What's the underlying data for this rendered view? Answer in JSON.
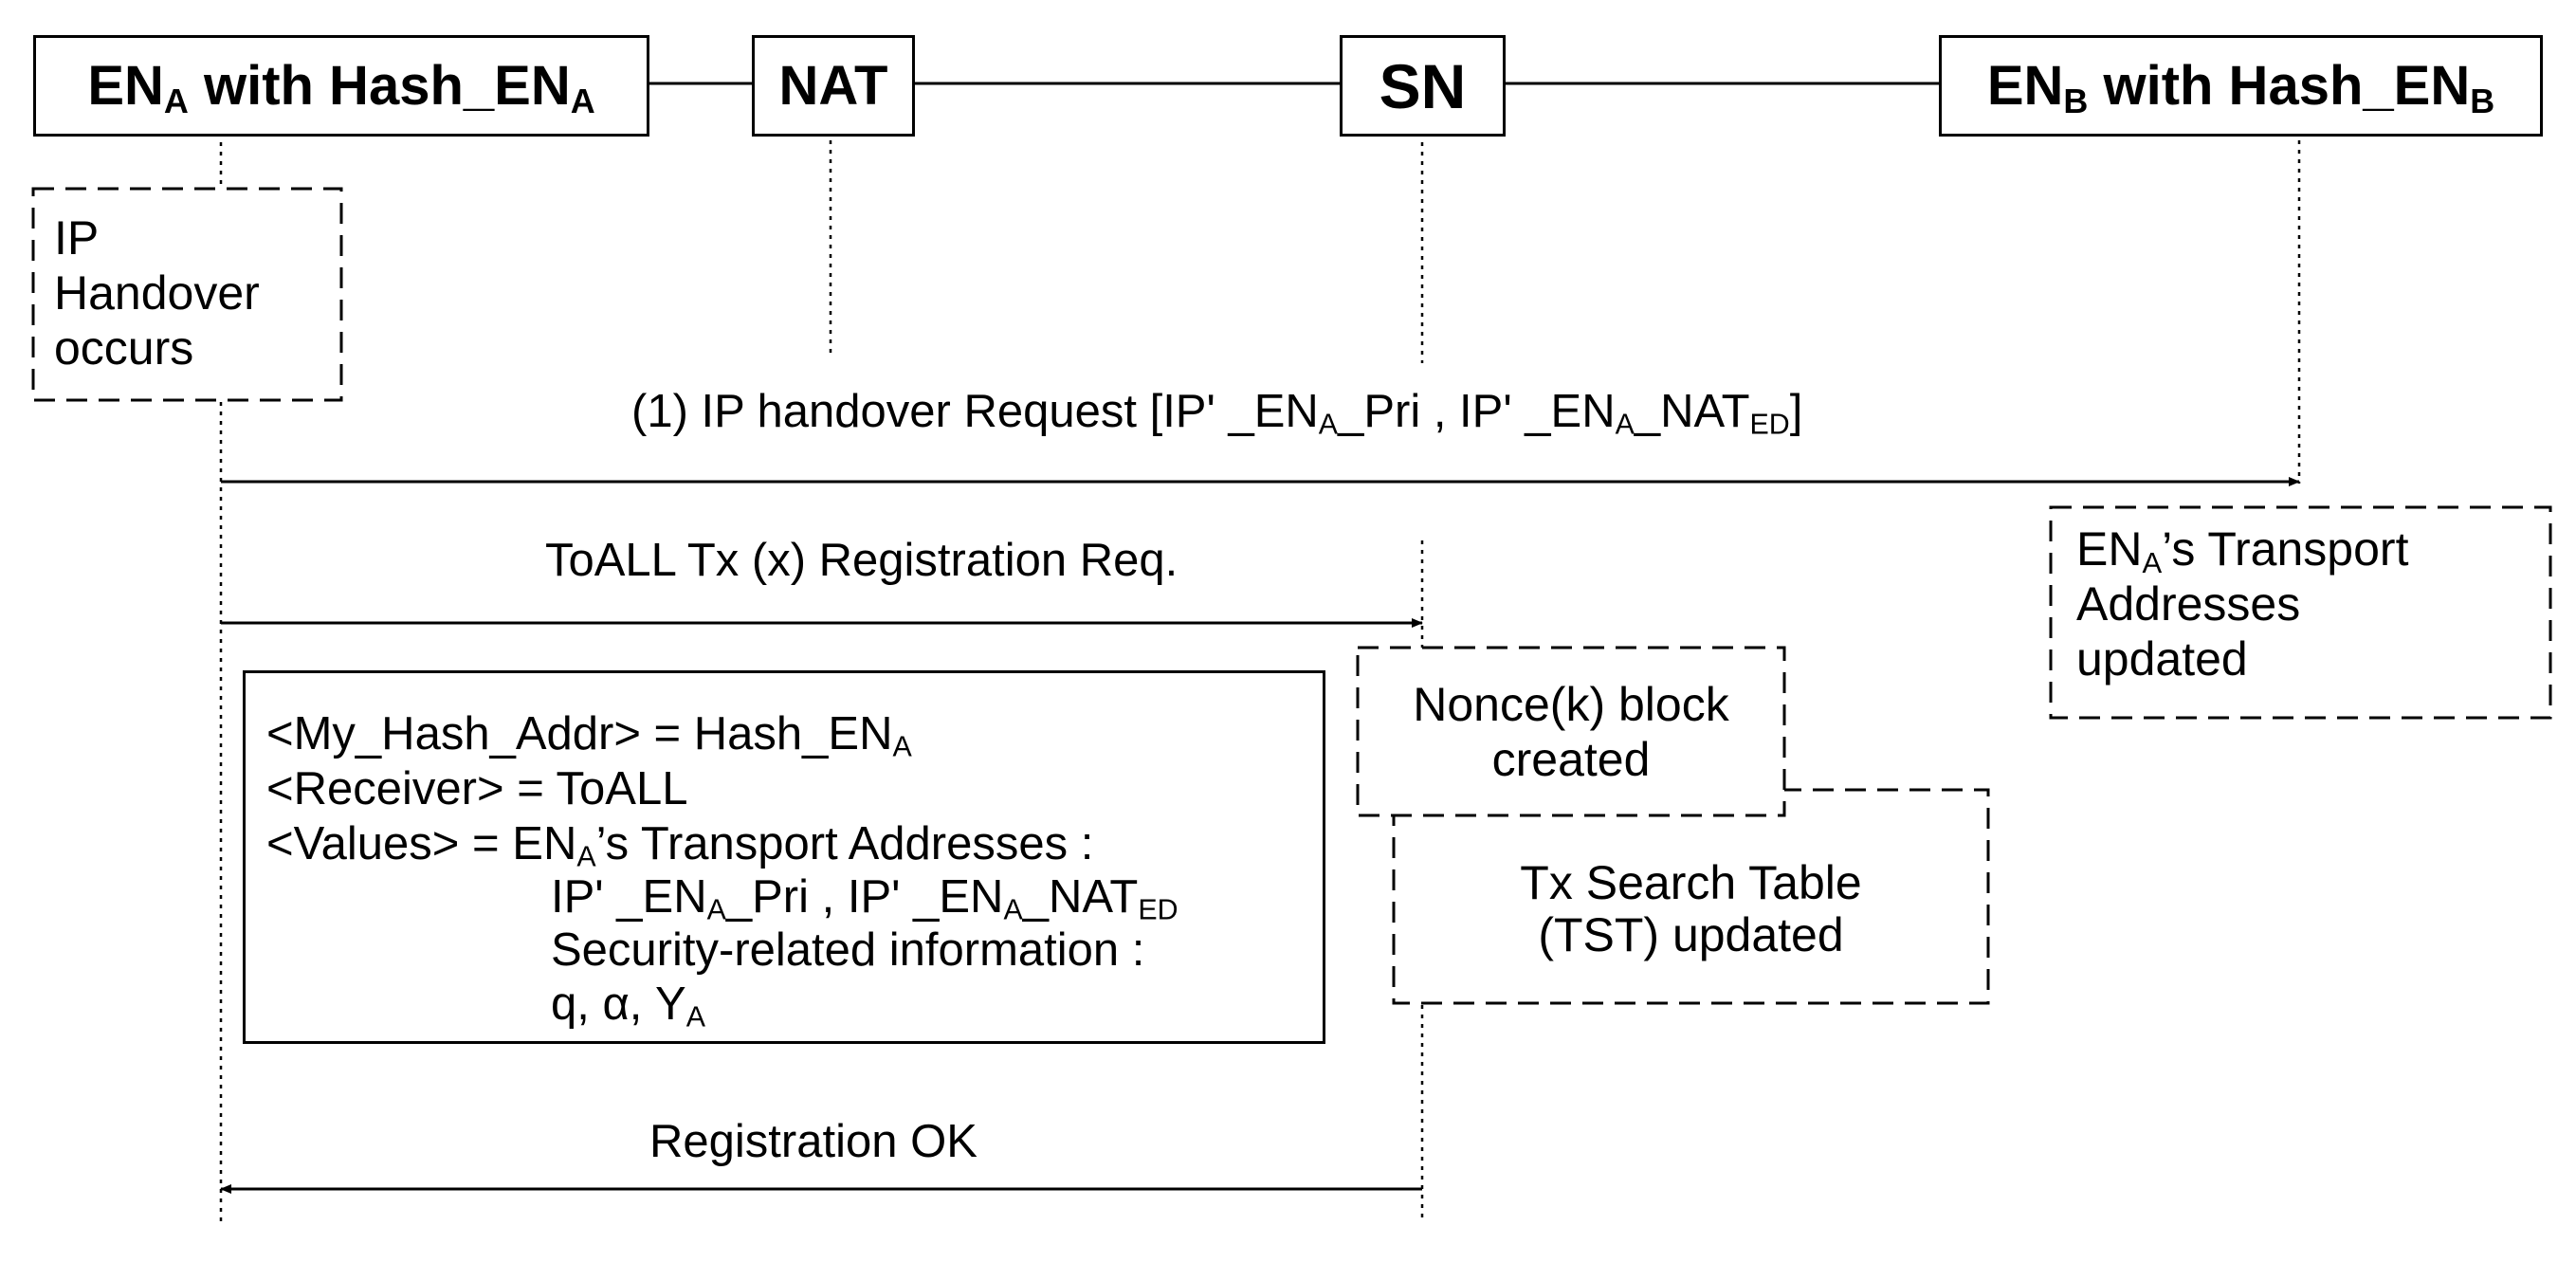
{
  "entities": {
    "en_a": {
      "name": "EN",
      "sub": "A",
      "rest": " with Hash_EN",
      "sub2": "A"
    },
    "nat": {
      "name": "NAT"
    },
    "sn": {
      "name": "SN"
    },
    "en_b": {
      "name": "EN",
      "sub": "B",
      "rest": " with Hash_EN",
      "sub2": "B"
    }
  },
  "notes": {
    "ip_handover": {
      "line1": "IP",
      "line2": "Handover",
      "line3": "occurs"
    },
    "transport_updated": {
      "pre": "EN",
      "sub": "A",
      "line1_rest": "’s Transport",
      "line2": "Addresses",
      "line3": "updated"
    },
    "nonce": {
      "line1": "Nonce(k) block",
      "line2": "created"
    },
    "tst": {
      "line1": "Tx Search Table",
      "line2": "(TST) updated"
    }
  },
  "messages": {
    "m1": {
      "a": "(1) IP handover Request [IP' _EN",
      "b": "A",
      "c": "_Pri , IP' _EN",
      "d": "A",
      "e": "_NAT",
      "f": "ED",
      "g": "]"
    },
    "m2": {
      "text": "ToALL Tx (x) Registration Req."
    },
    "m3": {
      "text": "Registration OK"
    }
  },
  "info_box": {
    "r1": {
      "a": "<My_Hash_Addr> = Hash_EN",
      "sub": "A"
    },
    "r2": {
      "a": "<Receiver> = ToALL"
    },
    "r3": {
      "a": "<Values> = EN",
      "sub": "A",
      "b": "’s Transport Addresses :"
    },
    "r4": {
      "a": "IP' _EN",
      "sub": "A",
      "b": "_Pri , IP' _EN",
      "sub2": "A",
      "c": "_NAT",
      "sub3": "ED"
    },
    "r5": {
      "a": "Security-related information :"
    },
    "r6": {
      "a": "q, α, Y",
      "sub": "A"
    }
  }
}
